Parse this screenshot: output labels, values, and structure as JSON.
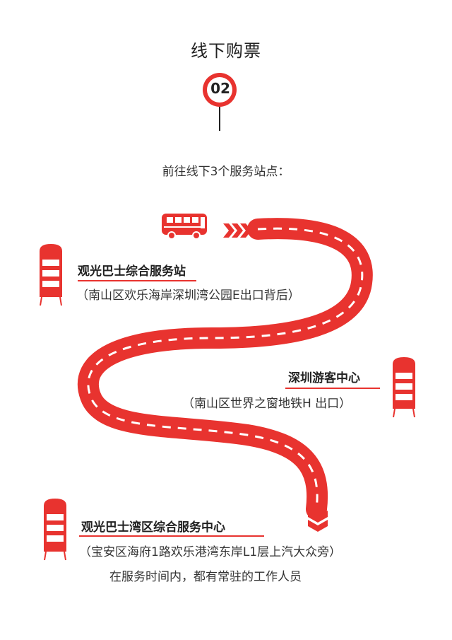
{
  "header": {
    "title": "线下购票",
    "step_number": "02"
  },
  "intro": "前往线下3个服务站点：",
  "stops": [
    {
      "name": "观光巴士综合服务站",
      "address": "（南山区欢乐海岸深圳湾公园E出口背后）"
    },
    {
      "name": "深圳游客中心",
      "address": "（南山区世界之窗地铁H  出口）"
    },
    {
      "name": "观光巴士湾区综合服务中心",
      "address": "（宝安区海府1路欢乐港湾东岸L1层上汽大众旁）",
      "note": "在服务时间内，都有常驻的工作人员"
    }
  ],
  "icons": [
    "bus-icon",
    "arrows-icon",
    "road-icon",
    "pin-badge-icon",
    "brochure-stand-icon"
  ],
  "colors": {
    "accent": "#e8332f",
    "text": "#333333",
    "road_line": "#ffffff"
  }
}
